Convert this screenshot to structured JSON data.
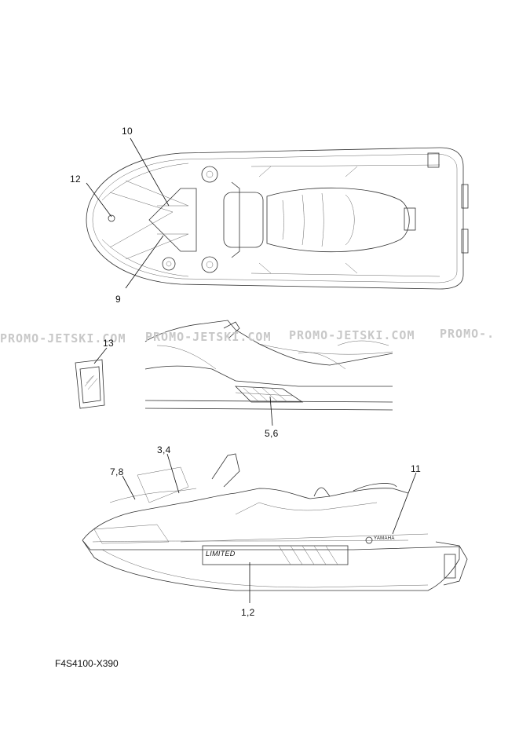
{
  "callouts": {
    "c10": "10",
    "c12": "12",
    "c9": "9",
    "c13": "13",
    "c56": "5,6",
    "c34": "3,4",
    "c78": "7,8",
    "c11": "11",
    "c12b": "1,2"
  },
  "watermark": {
    "w1": "PROMO-JETSKI.COM",
    "w2": "PROMO-JETSKI.COM",
    "w3": "PROMO-JETSKI.COM",
    "w4": "PROMO-."
  },
  "decal_text": {
    "brand": "YAMAHA",
    "side_logo": "LIMITED"
  },
  "footer": {
    "code": "F4S4100-X390"
  }
}
